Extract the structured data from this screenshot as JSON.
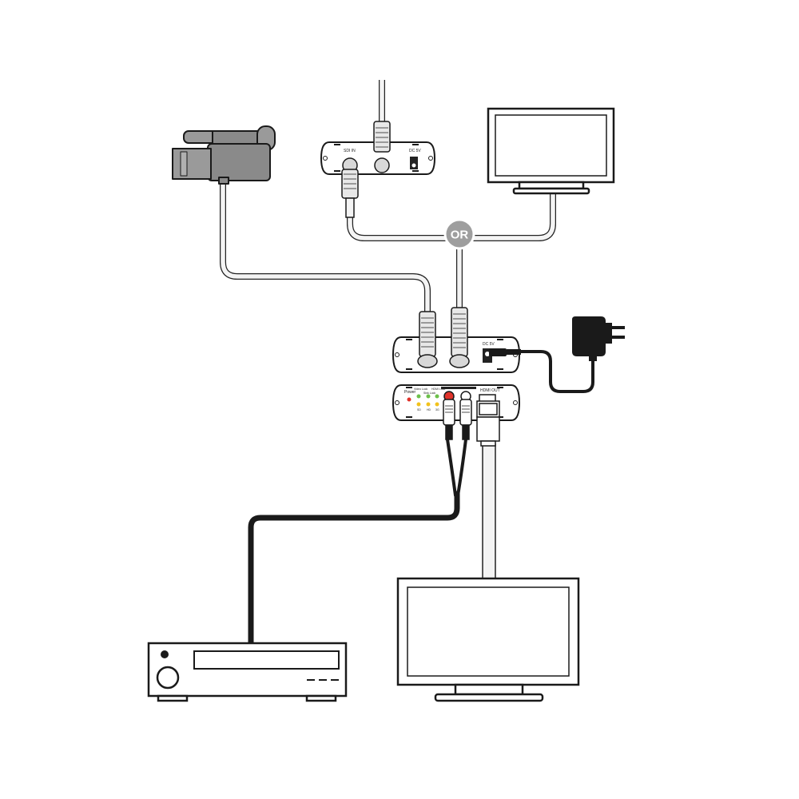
{
  "badge": {
    "or": "OR"
  },
  "top_device": {
    "port_labels": [
      "SDI IN",
      "DC 5V"
    ]
  },
  "main_device_back": {
    "port_labels": [
      "DC 5V"
    ]
  },
  "main_device_front": {
    "port_labels": [
      "Power",
      "Video Lock",
      "Sink Lock",
      "HDMI Lock",
      "HDMI OUT"
    ],
    "led_labels": [
      "SD",
      "HD",
      "3G"
    ]
  },
  "colors": {
    "outline": "#1a1a1a",
    "cable_light": "#f4f4f4",
    "cable_dark": "#1a1a1a",
    "badge": "#9e9e9e",
    "led_red": "#e0332b",
    "led_green": "#6cc04a",
    "led_yellow": "#f2c21b"
  }
}
